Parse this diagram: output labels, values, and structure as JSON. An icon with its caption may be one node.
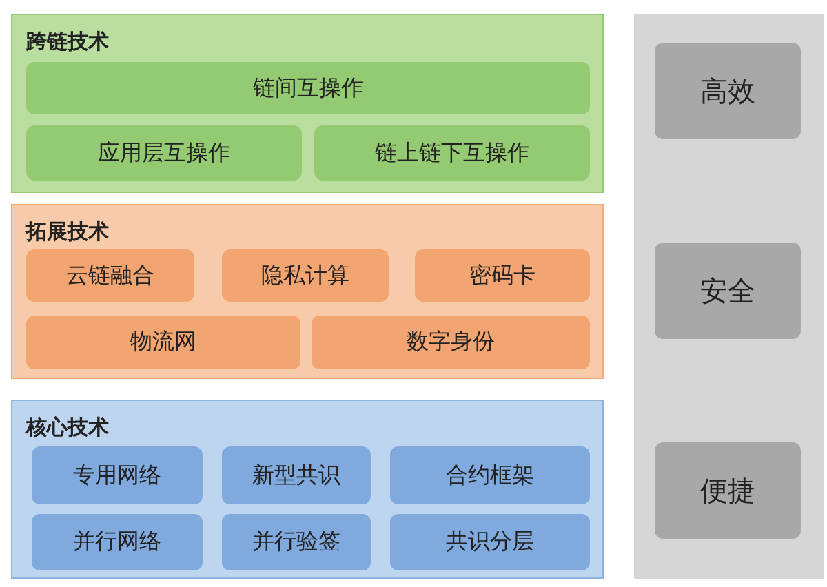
{
  "diagram": {
    "nodes": [
      {
        "text": [
          "跨链技术"
        ]
      },
      {
        "text": [
          "链间互操作"
        ],
        "in": 0
      },
      {
        "text": [
          "应用层互操作"
        ],
        "in": 0
      },
      {
        "text": [
          "链上链下互操作"
        ],
        "in": 0
      },
      {
        "text": [
          "拓展技术"
        ]
      },
      {
        "text": [
          "云链融合"
        ],
        "in": 4
      },
      {
        "text": [
          "隐私计算"
        ],
        "in": 4
      },
      {
        "text": [
          "密码卡"
        ],
        "in": 4
      },
      {
        "text": [
          "物流网"
        ],
        "in": 4
      },
      {
        "text": [
          "数字身份"
        ],
        "in": 4
      },
      {
        "text": [
          "核心技术"
        ]
      },
      {
        "text": [
          "专用网络"
        ],
        "in": 10
      },
      {
        "text": [
          "新型共识"
        ],
        "in": 10
      },
      {
        "text": [
          "合约框架"
        ],
        "in": 10
      },
      {
        "text": [
          "并行网络"
        ],
        "in": 10
      },
      {
        "text": [
          "并行验签"
        ],
        "in": 10
      },
      {
        "text": [
          "共识分层"
        ],
        "in": 10
      },
      {
        "text": [],
        "shape": "box"
      },
      {
        "text": [
          "高效"
        ],
        "in": 17
      },
      {
        "text": [
          "安全"
        ],
        "in": 17
      },
      {
        "text": [
          "便捷"
        ],
        "in": 17
      }
    ]
  }
}
